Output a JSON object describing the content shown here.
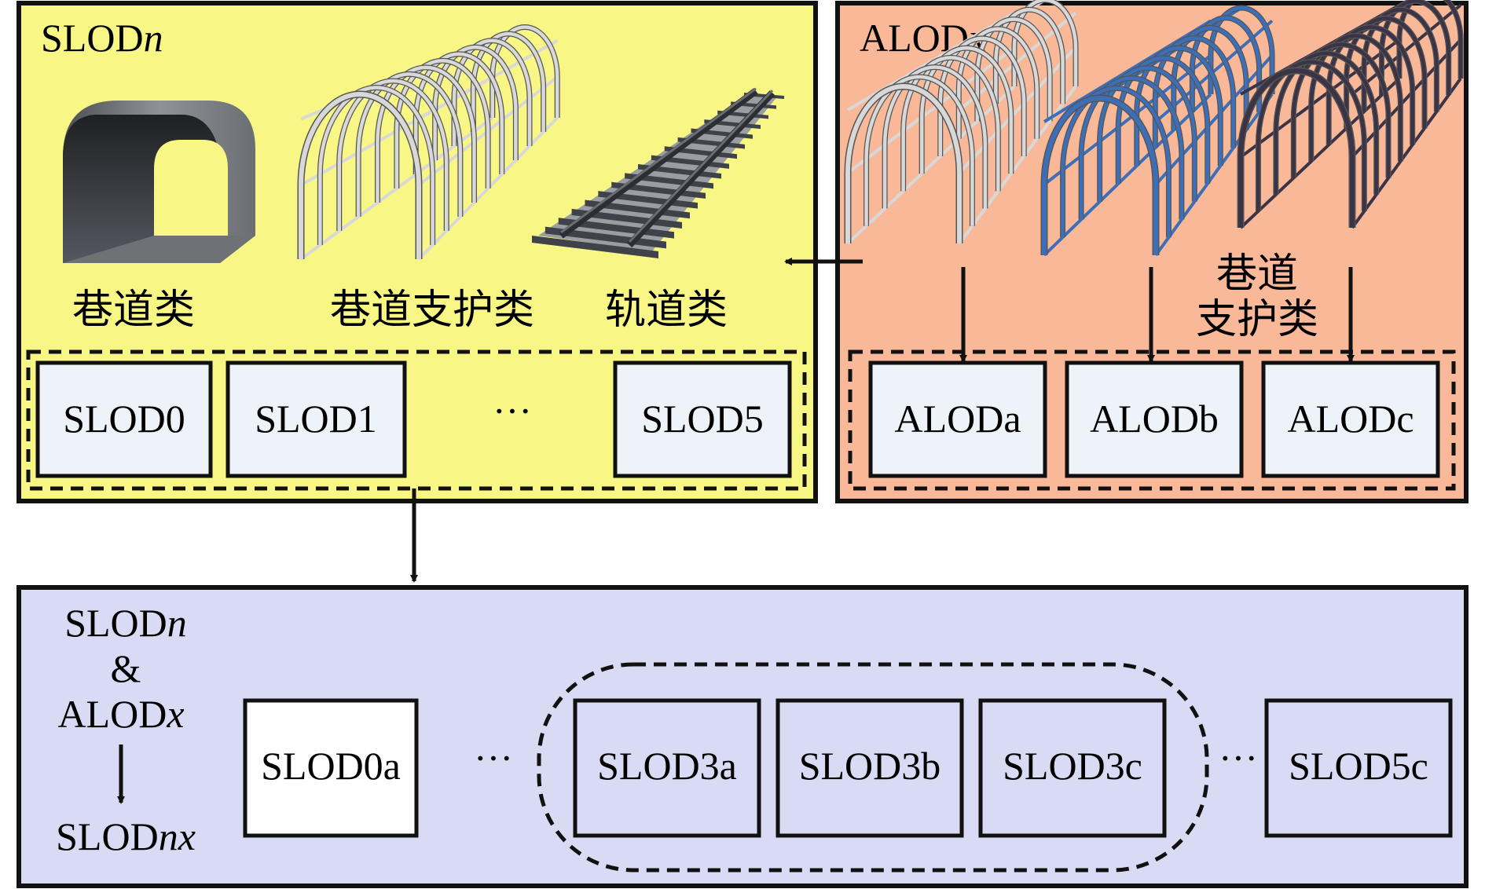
{
  "colors": {
    "slod_panel": "#f8f685",
    "alod_panel": "#f9b999",
    "combined_panel": "#d9dbf4",
    "level_box": "#edf3f8",
    "combined_box": "#d9dbf4",
    "white_box": "#ffffff",
    "border": "#111111",
    "support_white": "#d8d8d8",
    "support_blue": "#3d6fb8",
    "support_dark": "#3a3446",
    "tunnel": "#7a7d82",
    "track": "#3f4248"
  },
  "slod_panel": {
    "title_main": "SLOD",
    "title_var": "n",
    "categories": [
      "巷道类",
      "巷道支护类",
      "轨道类"
    ],
    "levels": [
      "SLOD0",
      "SLOD1",
      "SLOD5"
    ],
    "ellipsis": "···"
  },
  "alod_panel": {
    "title_main": "ALOD",
    "title_var": "x",
    "category_line1": "巷道",
    "category_line2": "支护类",
    "levels": [
      "ALODa",
      "ALODb",
      "ALODc"
    ],
    "icons": [
      "support-frame-white",
      "support-frame-blue",
      "support-frame-dark"
    ]
  },
  "combined_panel": {
    "label_a_main": "SLOD",
    "label_a_var": "n",
    "label_amp": "&",
    "label_b_main": "ALOD",
    "label_b_var": "x",
    "label_result_main": "SLOD",
    "label_result_var": "nx",
    "boxes": [
      "SLOD0a",
      "SLOD3a",
      "SLOD3b",
      "SLOD3c",
      "SLOD5c"
    ],
    "ellipsis_1": "···",
    "ellipsis_2": "···"
  }
}
